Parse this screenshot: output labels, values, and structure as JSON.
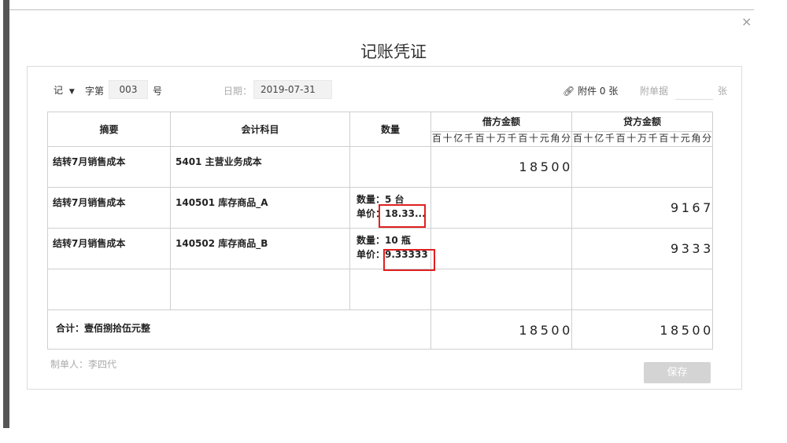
{
  "dialog": {
    "title": "记账凭证",
    "close_glyph": "×"
  },
  "header": {
    "voucher_type": "记",
    "zi_label": "字第",
    "number": "003",
    "hao_label": "号",
    "date_label": "日期：",
    "date": "2019-07-31",
    "attachments_label": "附件 0 张",
    "attach_doc_label": "附单据",
    "attach_doc_value": "",
    "zhang_label": "张"
  },
  "table": {
    "headers": {
      "summary": "摘要",
      "account": "会计科目",
      "quantity": "数量",
      "debit": "借方金额",
      "credit": "贷方金额"
    },
    "digit_units": [
      "百",
      "十",
      "亿",
      "千",
      "百",
      "十",
      "万",
      "千",
      "百",
      "十",
      "元",
      "角",
      "分"
    ],
    "rows": [
      {
        "summary": "结转7月销售成本",
        "account": "5401 主营业务成本",
        "qty_line": "",
        "price_label": "",
        "price": "",
        "debit": "18500",
        "credit": ""
      },
      {
        "summary": "结转7月销售成本",
        "account": "140501 库存商品_A",
        "qty_line": "数量：5 台",
        "price_label": "单价：",
        "price": "18.33...",
        "debit": "",
        "credit": "9167"
      },
      {
        "summary": "结转7月销售成本",
        "account": "140502 库存商品_B",
        "qty_line": "数量：10 瓶",
        "price_label": "单价：",
        "price": "9.33333",
        "debit": "",
        "credit": "9333"
      },
      {
        "summary": "",
        "account": "",
        "qty_line": "",
        "price_label": "",
        "price": "",
        "debit": "",
        "credit": ""
      }
    ],
    "total": {
      "label": "合计：壹佰捌拾伍元整",
      "debit": "18500",
      "credit": "18500"
    }
  },
  "footer": {
    "maker": "制单人：李四代",
    "save_label": "保存"
  }
}
